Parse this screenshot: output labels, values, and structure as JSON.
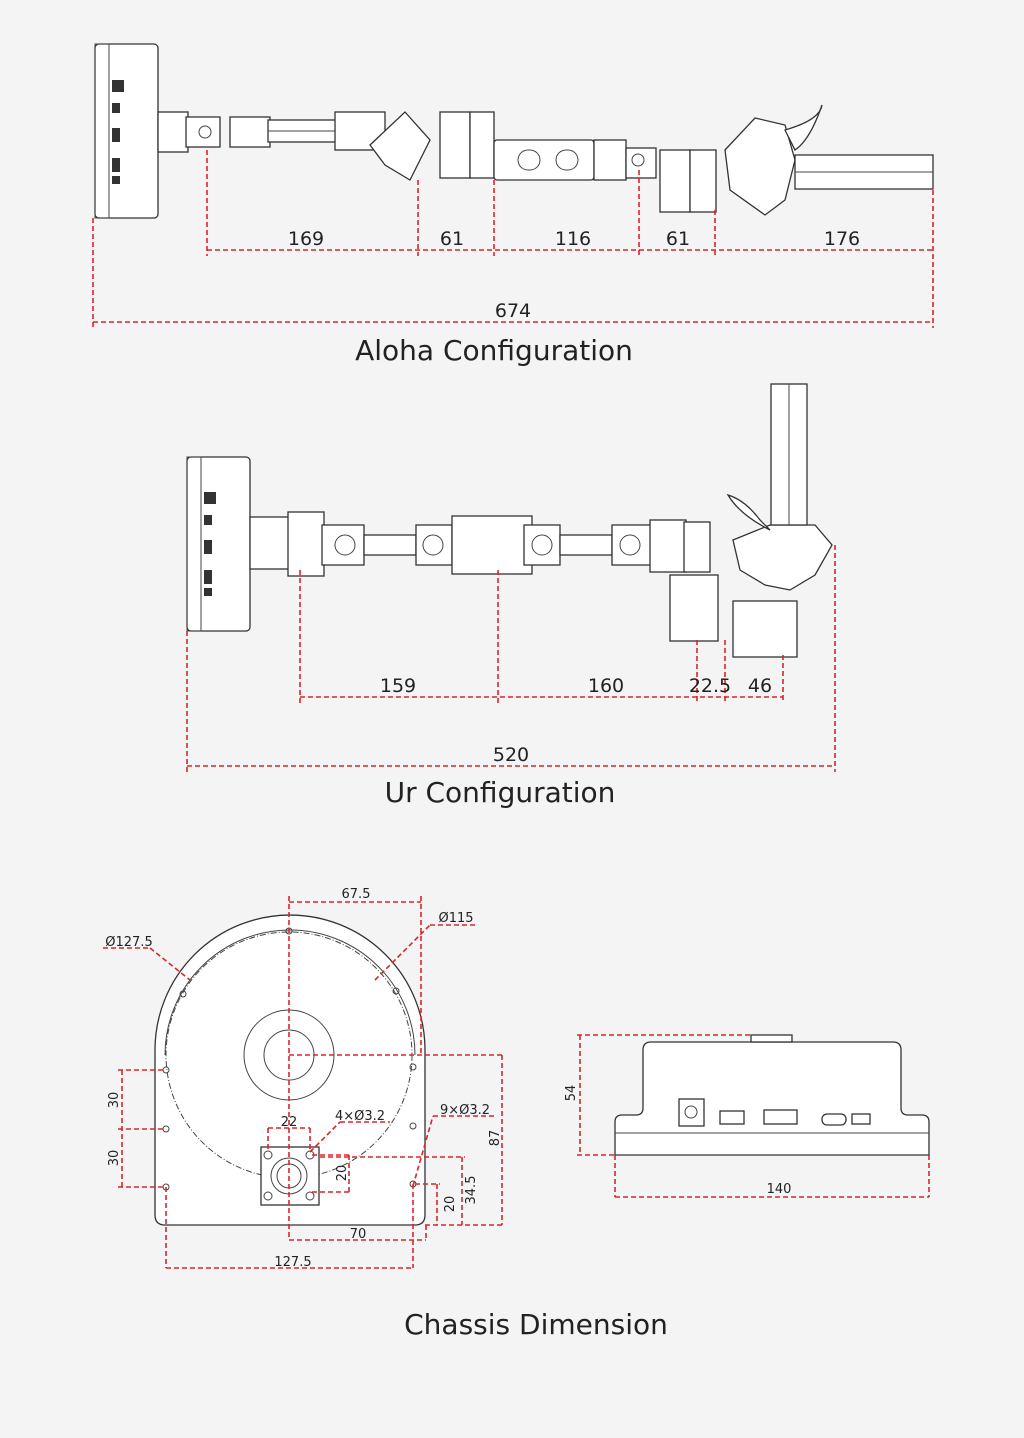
{
  "sections": {
    "aloha": {
      "title": "Aloha Configuration",
      "segments": [
        "169",
        "61",
        "116",
        "61",
        "176"
      ],
      "total": "674"
    },
    "ur": {
      "title": "Ur Configuration",
      "segments": [
        "159",
        "160",
        "22.5",
        "46"
      ],
      "total": "520"
    },
    "chassis": {
      "title": "Chassis Dimension",
      "top_view": {
        "width_top": "67.5",
        "outer_diameter": "Ø115",
        "inner_diameter": "Ø127.5",
        "left_spacing_1": "30",
        "left_spacing_2": "30",
        "square_width": "22",
        "square_holes": "4×Ø3.2",
        "side_holes": "9×Ø3.2",
        "square_height": "20",
        "height_87": "87",
        "height_34_5": "34.5",
        "height_20": "20",
        "offset_70": "70",
        "bottom_width": "127.5"
      },
      "side_view": {
        "height": "54",
        "width": "140"
      }
    }
  },
  "colors": {
    "dimension": "#d9262b",
    "background": "#f4f4f4"
  }
}
